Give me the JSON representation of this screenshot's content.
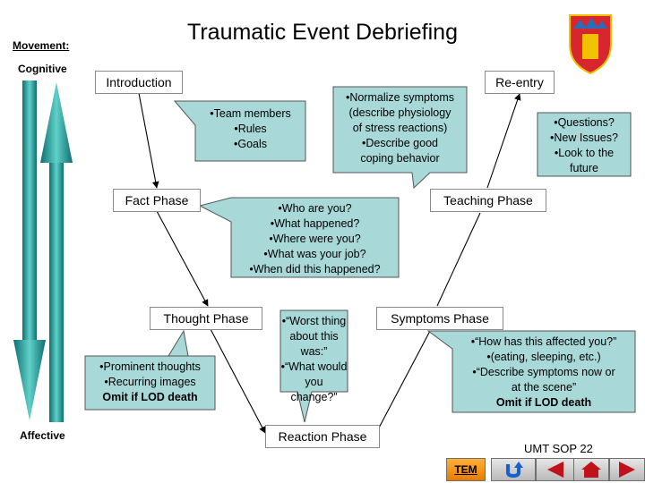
{
  "title": "Traumatic Event Debriefing",
  "side": {
    "movement": "Movement:",
    "top": "Cognitive",
    "bottom": "Affective"
  },
  "phases": {
    "introduction": "Introduction",
    "fact": "Fact Phase",
    "thought": "Thought Phase",
    "reaction": "Reaction Phase",
    "symptoms": "Symptoms Phase",
    "teaching": "Teaching Phase",
    "reentry": "Re-entry"
  },
  "callouts": {
    "introduction": [
      "•Team members",
      "•Rules",
      "•Goals"
    ],
    "fact": [
      "•Who are you?",
      "•What happened?",
      "•Where were you?",
      "•What was your job?",
      "•When did this happened?"
    ],
    "thought": [
      "•Prominent thoughts",
      "•Recurring images"
    ],
    "thought_bold": "Omit if LOD death",
    "reaction": [
      "•“Worst thing",
      "about this",
      "was:”",
      "•“What would",
      "you change?”"
    ],
    "symptoms": [
      "•“How has this affected you?”",
      "•(eating, sleeping, etc.)",
      "•“Describe symptoms now or",
      "at the scene”"
    ],
    "symptoms_bold": "Omit if LOD death",
    "teaching": [
      "•Normalize symptoms",
      "(describe physiology",
      "of stress reactions)",
      "•Describe good",
      "coping behavior"
    ],
    "reentry": [
      "•Questions?",
      "•New Issues?",
      "•Look to the",
      "future"
    ]
  },
  "footer": {
    "sop": "UMT SOP 22",
    "tem": "TEM"
  },
  "colors": {
    "callout_fill": "#a8d8d8",
    "arrow_teal": "#1f8f8f",
    "tem_orange": "#f39a1e"
  },
  "icons": [
    "u-turn-icon",
    "back-arrow-icon",
    "home-icon",
    "forward-arrow-icon",
    "crest-icon"
  ]
}
